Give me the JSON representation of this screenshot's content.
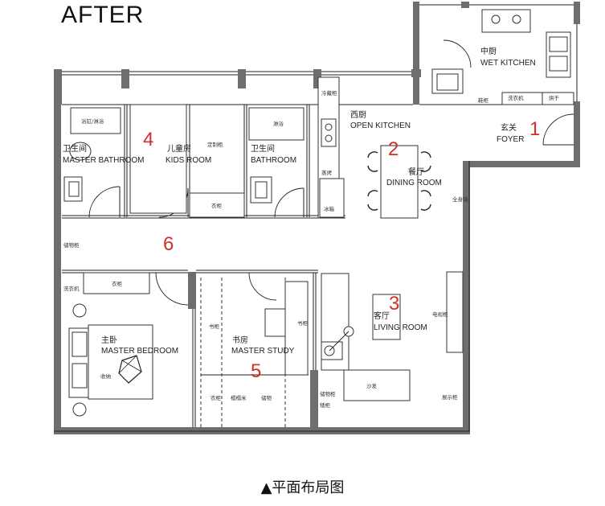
{
  "heading": "AFTER",
  "caption": "▲平面布局图",
  "rooms": [
    {
      "number": "1",
      "cn": "玄关",
      "en": "FOYER"
    },
    {
      "number": "2",
      "cn": "餐厅",
      "en": "DINING ROOM"
    },
    {
      "number": "3",
      "cn": "客厅",
      "en": "LIVING ROOM"
    },
    {
      "number": "4",
      "cn": "儿童房",
      "en": "KIDS ROOM"
    },
    {
      "number": "5",
      "cn": "书房",
      "en": "MASTER STUDY"
    },
    {
      "number": "6"
    }
  ],
  "other_spaces": [
    {
      "cn": "中厨",
      "en": "WET KITCHEN"
    },
    {
      "cn": "西厨",
      "en": "OPEN KITCHEN"
    },
    {
      "cn": "卫生间",
      "en": "MASTER BATHROOM"
    },
    {
      "cn": "卫生间",
      "en": "BATHROOM"
    },
    {
      "cn": "主卧",
      "en": "MASTER BEDROOM"
    }
  ],
  "fixture_labels": {
    "master_bath_shelf": "浴缸/淋浴",
    "kids_desk": "定制柜",
    "bath_shower": "淋浴",
    "fridge_cab": "冰箱",
    "appliance": "蒸烤",
    "wet_kitchen_1": "洗衣机",
    "wet_kitchen_2": "烘干",
    "storage_hall": "储物柜",
    "kids_wardrobe": "衣柜",
    "bedroom_cab": "衣柜",
    "bed_side": "收纳",
    "study_1": "书柜",
    "study_2": "书柜",
    "study_3": "衣柜",
    "study_4": "榻榻米",
    "study_5": "储物",
    "living_tv": "电视柜",
    "living_sofa": "沙发",
    "living_side": "展示柜",
    "living_cab": "储物柜",
    "entry_shoe": "鞋柜",
    "entry_full": "全身镜",
    "hall_left": "洗衣机",
    "pantry": "冷藏柜",
    "living_low": "矮柜"
  }
}
